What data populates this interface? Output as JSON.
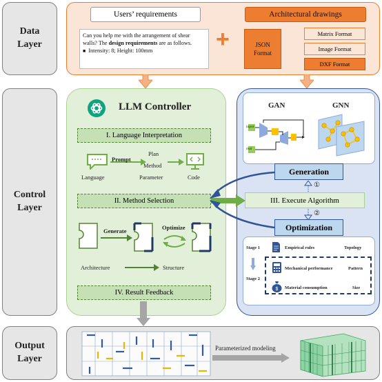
{
  "layers": {
    "data": [
      "Data",
      "Layer"
    ],
    "control": [
      "Control",
      "Layer"
    ],
    "output": [
      "Output",
      "Layer"
    ]
  },
  "data_layer": {
    "users_requirements_title": "Users’ requirements",
    "request_text_1": "Can you help me with the arrangement of shear walls? The",
    "request_bold": "design requirements",
    "request_text_2": "are as follows.",
    "bullet": "■",
    "request_item": "Intensity: 8; Height: 100mm",
    "plus_sign": "+",
    "architectural_drawings_title": "Architectural drawings",
    "json_format": [
      "JSON",
      "Format"
    ],
    "formats": [
      "Matrix Format",
      "Image Format",
      "DXF Format"
    ]
  },
  "llm": {
    "title": "LLM Controller",
    "step1": "I. Language Interpretation",
    "language_label": "Language",
    "prompt_label": "Prompt",
    "plan_words": [
      "Plan",
      "Method",
      "Parameter"
    ],
    "code_label": "Code",
    "step2": "II. Method Selection",
    "generate_label": "Generate",
    "optimize_label": "Optimize",
    "architecture_label": "Architecture",
    "structure_label": "Structure",
    "step4": "IV. Result Feedback"
  },
  "algorithms": {
    "gan_label": "GAN",
    "gnn_label": "GNN",
    "gan_input": "input",
    "gan_real": "real",
    "generation_label": "Generation",
    "step3": "III. Execute Algorithm",
    "marker1": "①",
    "marker2": "②",
    "optimization_label": "Optimization",
    "stage1": "Stage 1",
    "stage2": "Stage 2",
    "empirical_rules": "Empirical rules",
    "topology": "Topology",
    "mechanical_performance": "Mechanical performance",
    "pattern": "Pattern",
    "material_consumption": "Material consumption",
    "size": "Size"
  },
  "output": {
    "parameterized_modeling": "Parameterized modeling"
  },
  "colors": {
    "layer_bg": "#e7e6e6",
    "data_bg": "#fbe5d6",
    "orange": "#ed7d31",
    "green_panel": "#e2f0d9",
    "green_box": "#c5e0b4",
    "green_dark": "#548235",
    "blue_panel": "#dae3f3",
    "blue_box": "#bdd7ee",
    "navy": "#2f5597"
  },
  "icons": [
    "chatgpt-icon",
    "chat-icon",
    "monitor-code-icon",
    "document-icon",
    "calculator-icon",
    "money-bag-icon"
  ]
}
